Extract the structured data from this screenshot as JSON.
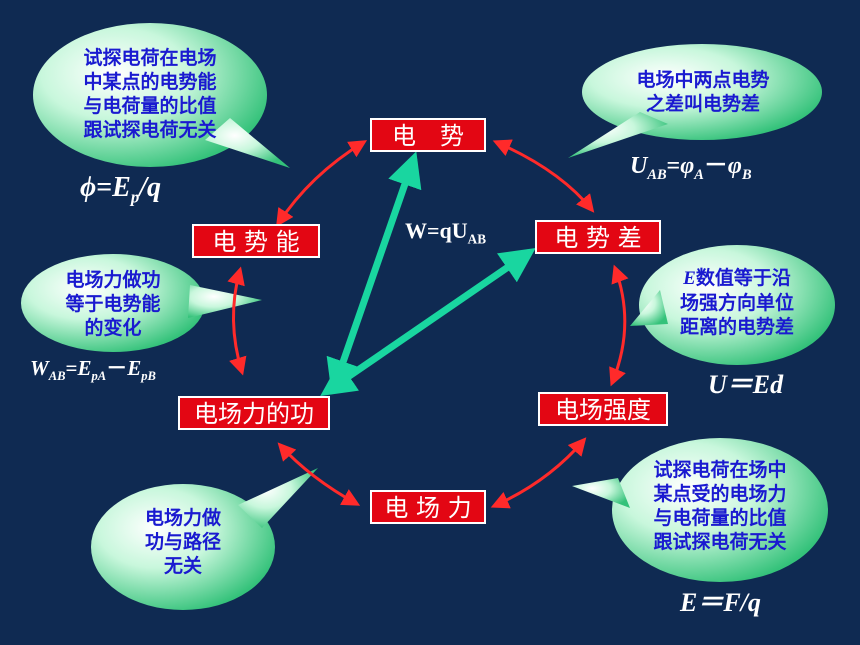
{
  "nodes": {
    "potential": "电　势",
    "potential_diff": "电 势 差",
    "potential_energy": "电 势 能",
    "field_strength": "电场强度",
    "field_work": "电场力的功",
    "field_force": "电 场 力"
  },
  "bubbles": {
    "top_left": [
      "试探电荷在电场",
      "中某点的电势能",
      "与电荷量的比值",
      "跟试探电荷无关"
    ],
    "top_right": [
      "电场中两点电势",
      "之差叫电势差"
    ],
    "mid_left": [
      "电场力做功",
      "等于电势能",
      "的变化"
    ],
    "mid_right_lead": "E",
    "mid_right": [
      "数值等于沿",
      "场强方向单位",
      "距离的电势差"
    ],
    "bottom_left": [
      "电场力做",
      "功与路径",
      "无关"
    ],
    "bottom_right": [
      "试探电荷在场中",
      "某点受的电场力",
      "与电荷量的比值",
      "跟试探电荷无关"
    ]
  },
  "formulas": {
    "phi": {
      "lhs": "ϕ",
      "eq": "=",
      "e": "E",
      "sub": "p",
      "tail": "/q"
    },
    "uab": {
      "u": "U",
      "sub": "AB",
      "eq": "=",
      "pa": "φ",
      "sa": "A",
      "minus": "－",
      "pb": "φ",
      "sb": "B"
    },
    "wab": {
      "w": "W",
      "sub": "AB",
      "eq": "=",
      "e1": "E",
      "s1": "pA",
      "minus": "－",
      "e2": "E",
      "s2": "pB"
    },
    "ued": "U＝Ed",
    "efq": "E＝F/q",
    "w_qu": {
      "main": "W=qU",
      "sub": "AB"
    }
  },
  "colors": {
    "background": "#0f2a52",
    "node_fill": "#e30613",
    "bubble_fill": "#c8f7dc",
    "bubble_text": "#1a1ad0",
    "red_arrow": "#ff2a2a",
    "green_arrow": "#19d6a0"
  }
}
